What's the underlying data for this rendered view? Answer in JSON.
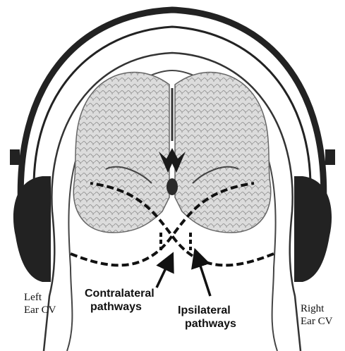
{
  "labels": {
    "left_ear": [
      "Left",
      "Ear CV"
    ],
    "right_ear": [
      "Right",
      "Ear CV"
    ],
    "contralateral": [
      "Contralateral",
      "pathways"
    ],
    "ipsilateral": [
      "Ipsilateral",
      "pathways"
    ]
  },
  "colors": {
    "ink": "#111111",
    "headphone": "#222222",
    "brain_fill": "#d9d9d9",
    "brain_texture": "#8a8a8a",
    "background": "#ffffff"
  },
  "icons": [
    "headphones-icon",
    "head-outline-icon",
    "brain-coronal-section-icon"
  ]
}
